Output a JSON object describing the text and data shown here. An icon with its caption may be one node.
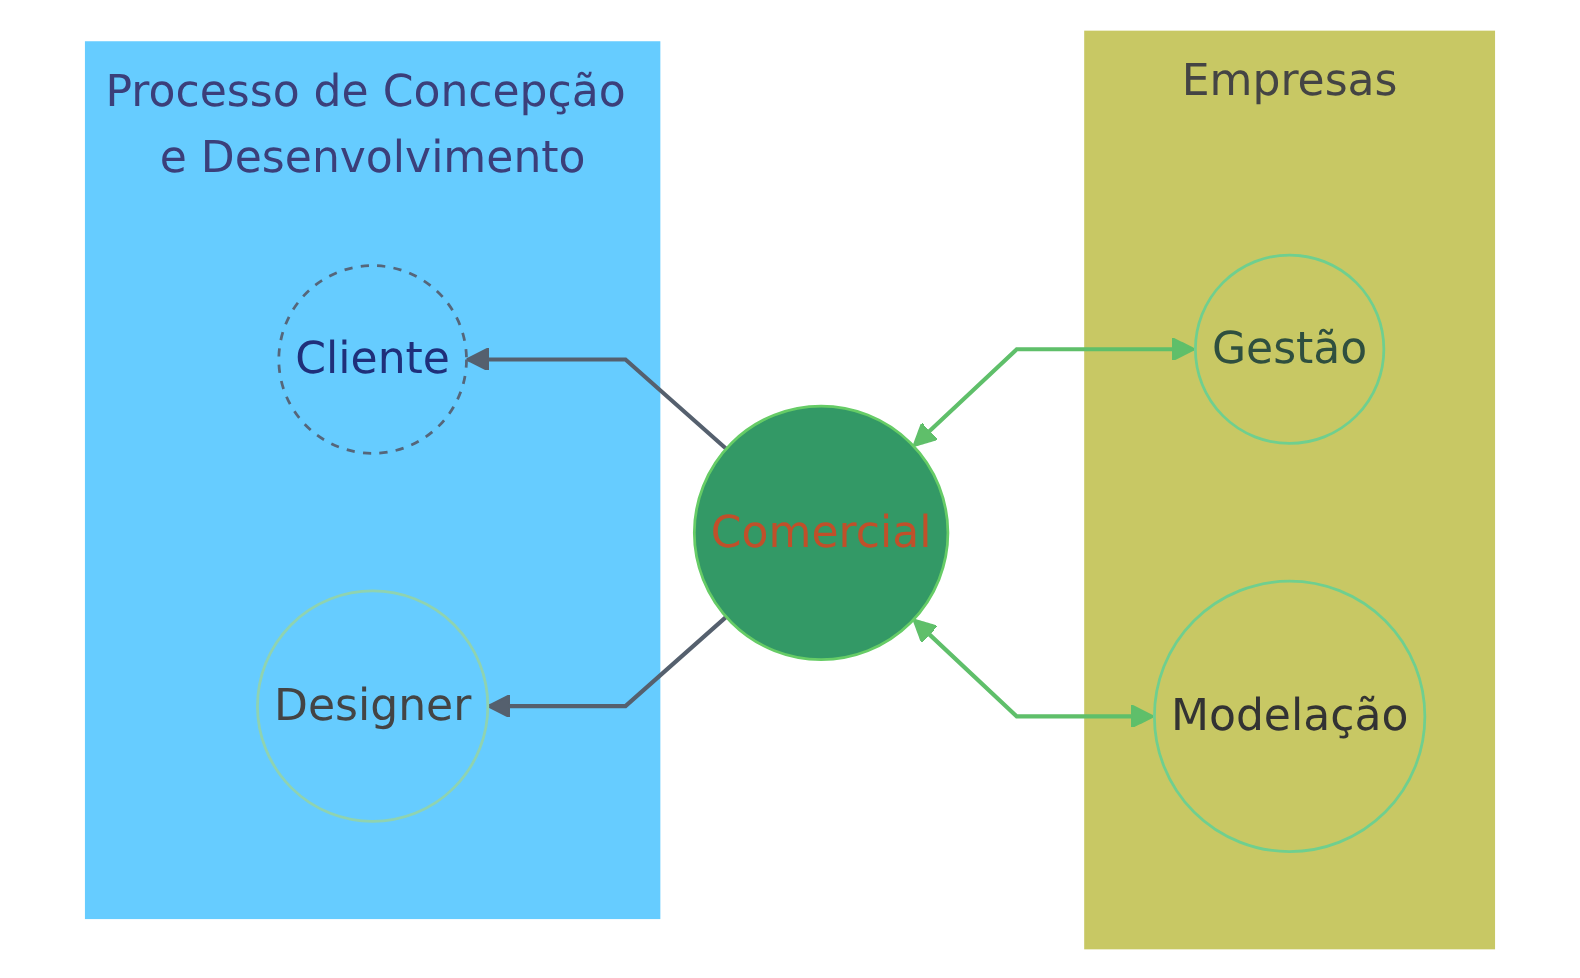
{
  "diagram": {
    "nodes": [
      {
        "text": [
          "Processo de Concepção e Desenvolvimento"
        ]
      },
      {
        "text": [
          "Cliente"
        ],
        "in": 0
      },
      {
        "text": [
          "Designer"
        ],
        "in": 0
      },
      {
        "text": [
          "Empresas"
        ]
      },
      {
        "text": [
          "Gestão"
        ],
        "in": 3
      },
      {
        "text": [
          "Modelação"
        ],
        "in": 3
      },
      {
        "text": [
          "Comercial"
        ]
      }
    ],
    "edges": [
      {
        "from": 6,
        "to": 1,
        "arrow": "to"
      },
      {
        "from": 6,
        "to": 2,
        "arrow": "to"
      },
      {
        "from": 4,
        "to": 6,
        "arrow": "both",
        "color": "#5fbf6a"
      },
      {
        "from": 5,
        "to": 6,
        "arrow": "both",
        "color": "#5fbf6a"
      }
    ]
  }
}
